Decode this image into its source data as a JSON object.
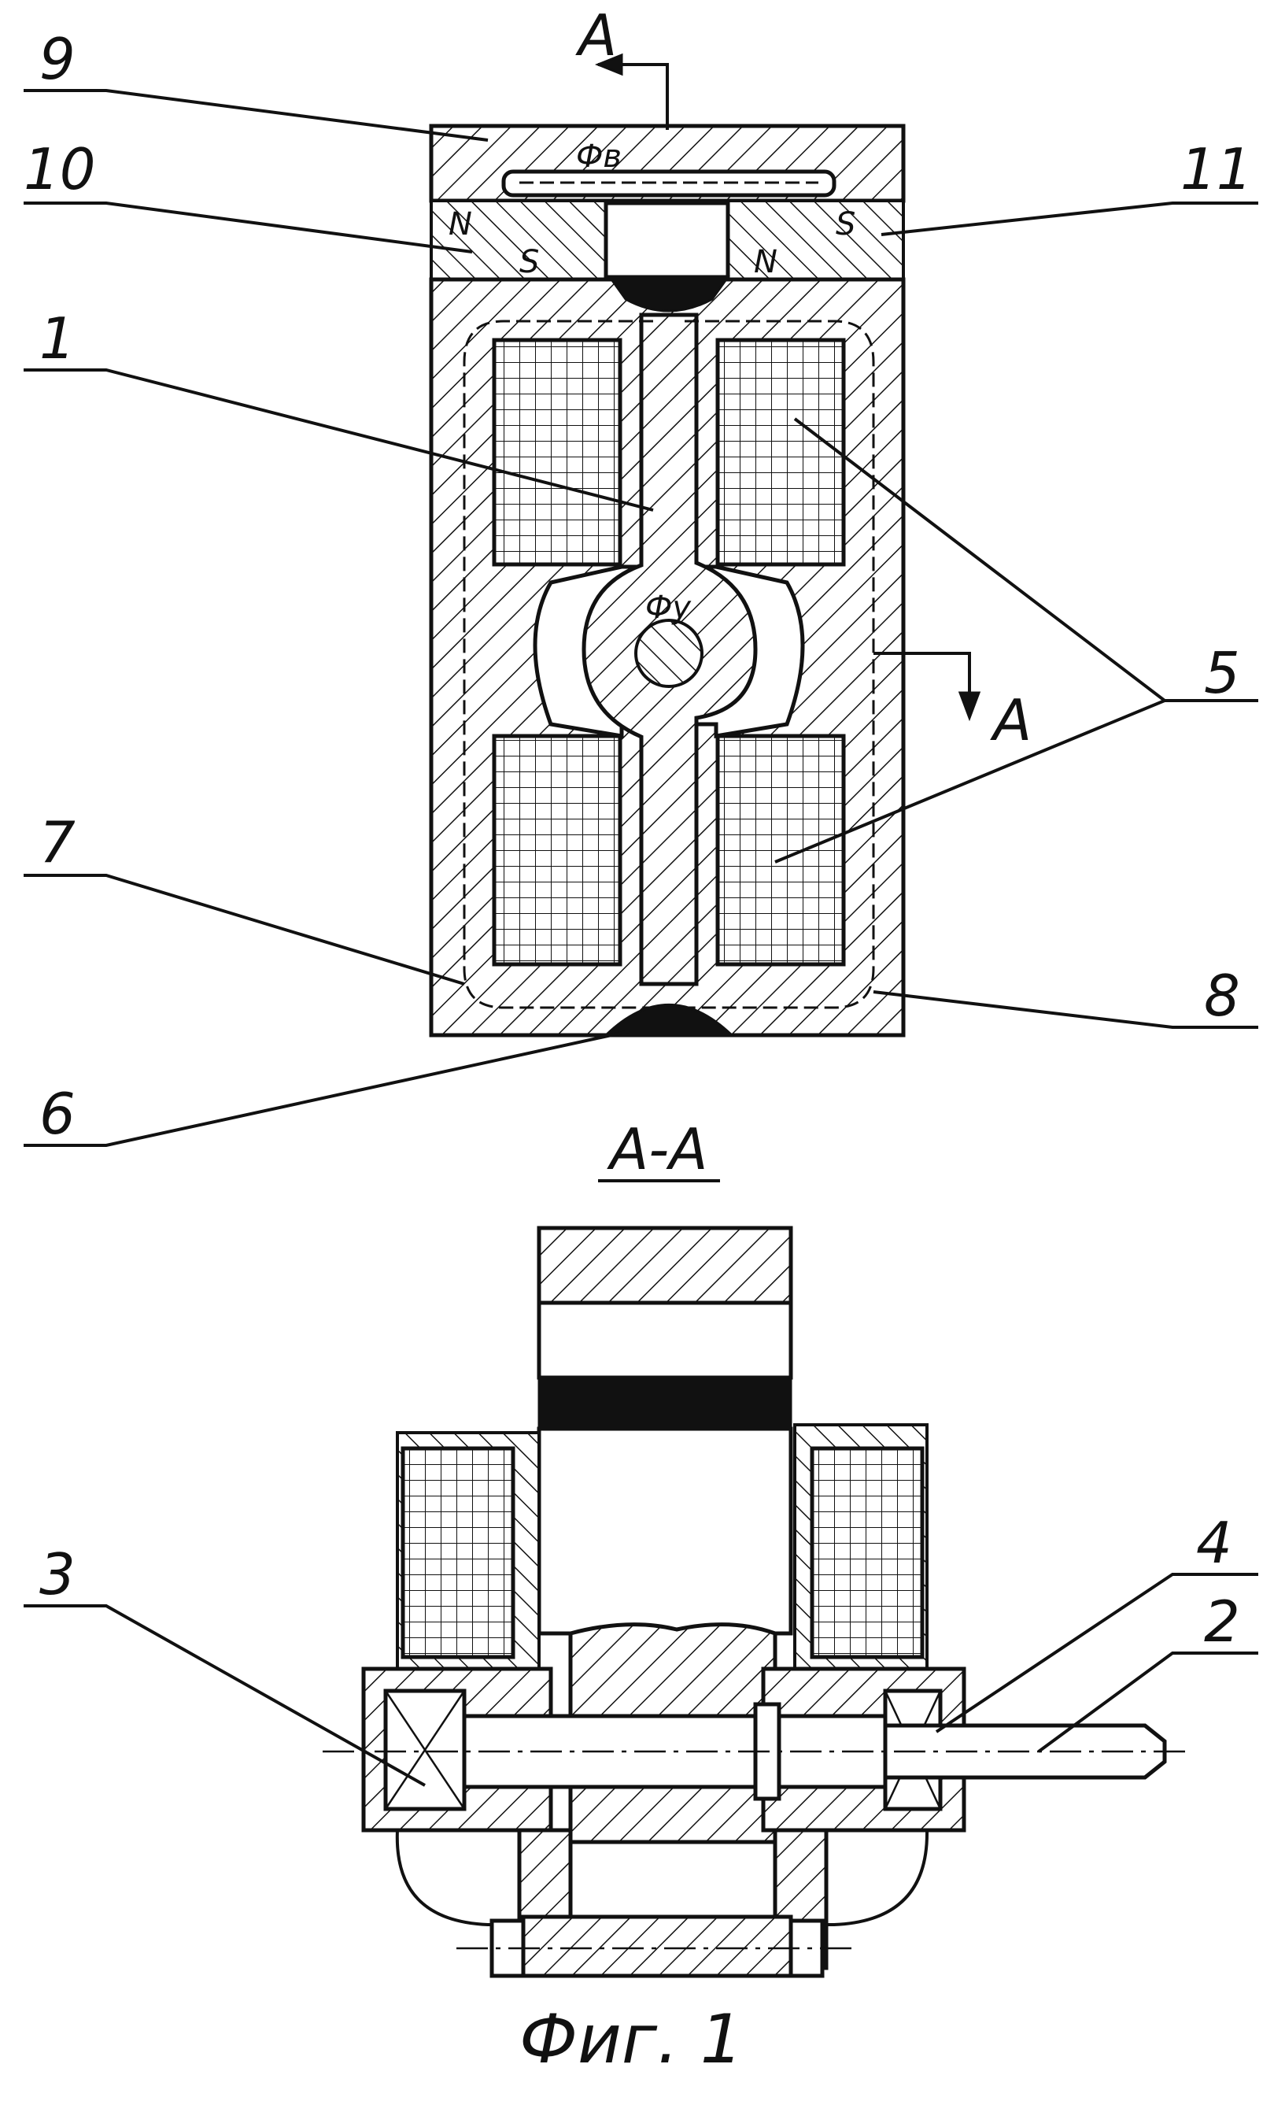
{
  "figure": {
    "caption": "Фиг. 1",
    "section_title": "А-А",
    "section_marks": [
      "А",
      "А"
    ],
    "flux_labels": [
      "Фв",
      "Фу"
    ],
    "pole_marks": [
      "N",
      "S",
      "S",
      "N"
    ],
    "part_numbers": [
      "9",
      "10",
      "1",
      "7",
      "6",
      "11",
      "5",
      "8",
      "4",
      "3",
      "2"
    ]
  }
}
